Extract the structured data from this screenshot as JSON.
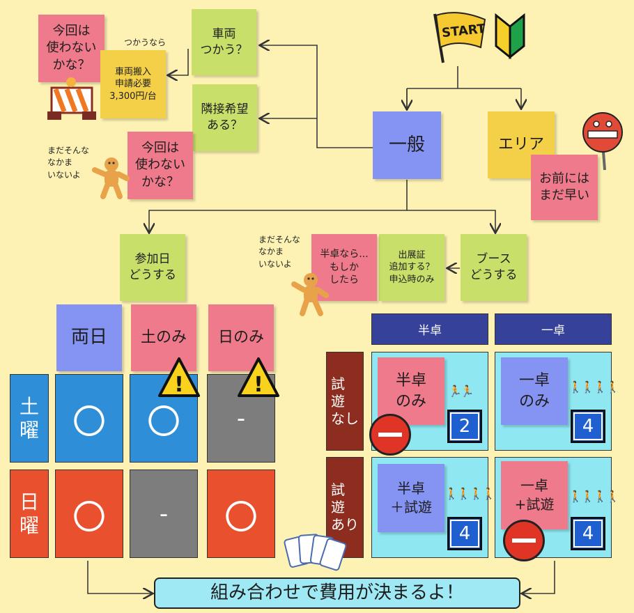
{
  "start_flag": {
    "text": "START"
  },
  "notes": {
    "general": "一般",
    "area": "エリア",
    "area_too_early": "お前には\nまだ早い",
    "vehicle_use": "車両\nつかう？",
    "vehicle_unused": "今回は\n使わない\nかな？",
    "vehicle_if_use": "つかうなら",
    "vehicle_request": "車両搬入\n申請必要\n3,300円/台",
    "adjacent_wish": "隣接希望\nある？",
    "adjacent_unused": "今回は\n使わない\nかな？",
    "no_friends_1": "まだそんな\nなかま\nいないよ",
    "participation_day": "参加日\nどうする",
    "booth": "ブース\nどうする",
    "exhibitor_pass": "出展証\n追加する？\n申込時のみ",
    "half_table_maybe": "半卓なら...\nもしか\nしたら",
    "no_friends_2": "まだそんな\nなかま\nいないよ"
  },
  "day_grid": {
    "columns": [
      "両日",
      "土のみ",
      "日のみ"
    ],
    "rows": [
      {
        "label": "土\n曜",
        "cells": [
          "〇",
          "〇",
          "-"
        ]
      },
      {
        "label": "日\n曜",
        "cells": [
          "〇",
          "-",
          "〇"
        ]
      }
    ]
  },
  "booth_grid": {
    "columns": [
      "半卓",
      "一卓"
    ],
    "rows": [
      {
        "label": "試\n遊\nなし",
        "cells": [
          {
            "name": "半卓\nのみ",
            "count": "2"
          },
          {
            "name": "一卓\nのみ",
            "count": "4"
          }
        ]
      },
      {
        "label": "試\n遊\nあり",
        "cells": [
          {
            "name": "半卓\n＋試遊",
            "count": "4"
          },
          {
            "name": "一卓\n+試遊",
            "count": "4"
          }
        ]
      }
    ]
  },
  "footer": "組み合わせで費用が決まるよ！",
  "icons": [
    "start-flag",
    "beginner-mark",
    "no-entry-face",
    "road-barrier",
    "gingerbread-man",
    "warning-sign",
    "no-entry-sign",
    "playing-cards",
    "walking-people"
  ],
  "colors": {
    "pink_note": "#ef7a8b",
    "lime_note": "#c8e06a",
    "yellow_note": "#f4cf48",
    "blue_note": "#8593f2",
    "navy_header": "#36419a",
    "maroon_label": "#8c2d1f",
    "cyan_cell": "#8ee7f1"
  }
}
